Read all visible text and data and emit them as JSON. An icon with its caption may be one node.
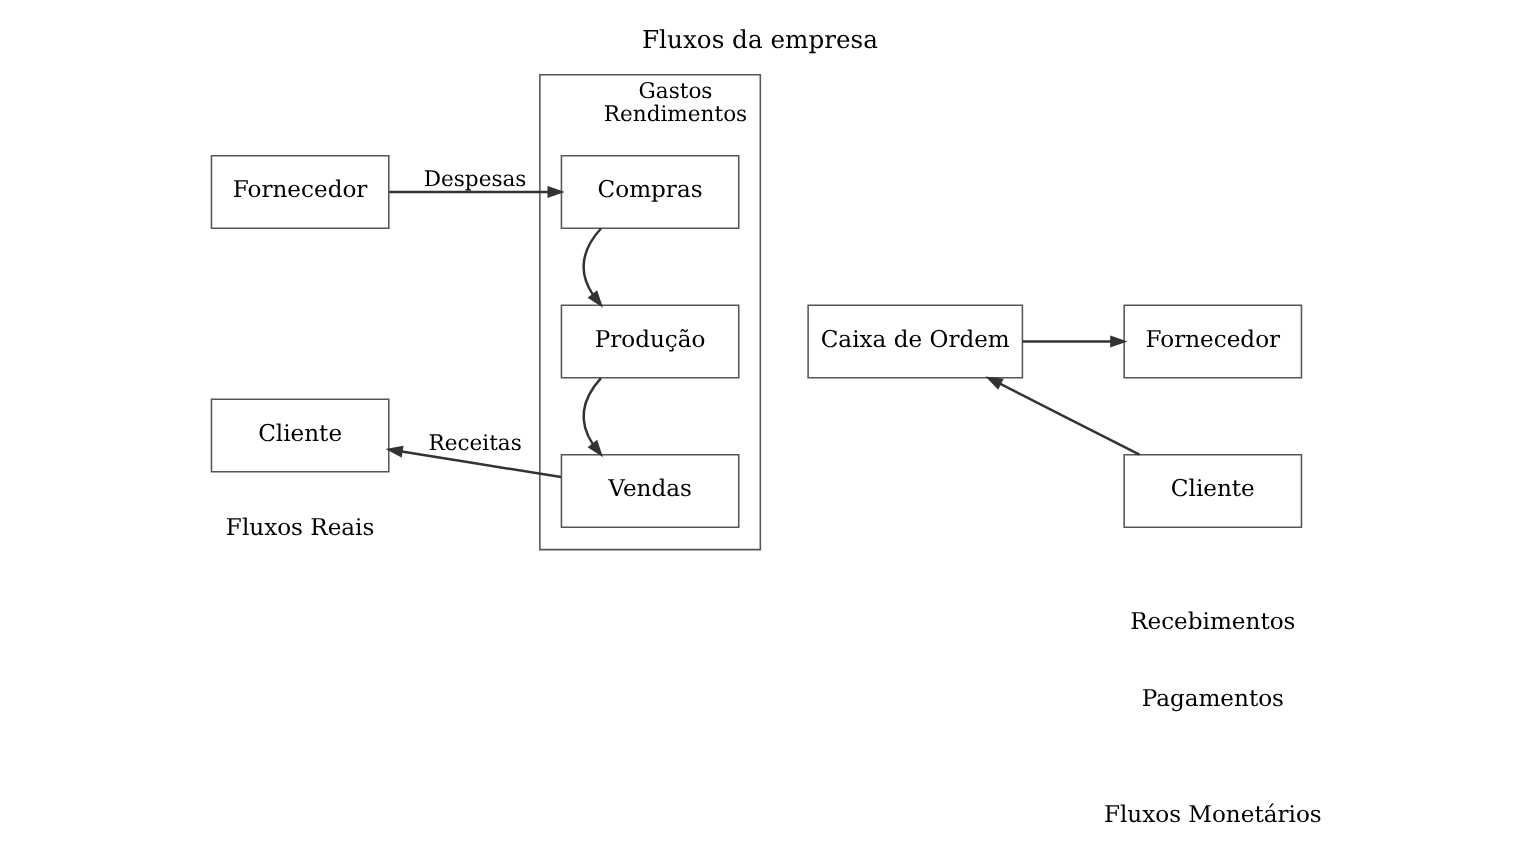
{
  "diagram": {
    "title": "Fluxos da empresa",
    "nodes": [
      {
        "text": [
          "Fornecedor"
        ]
      },
      {
        "text": [
          "Gastos",
          "Rendimentos"
        ]
      },
      {
        "text": [
          "Compras"
        ],
        "in": 1
      },
      {
        "text": [
          "Produção"
        ],
        "in": 1
      },
      {
        "text": [
          "Vendas"
        ],
        "in": 1
      },
      {
        "text": [
          "Cliente"
        ]
      },
      {
        "text": [
          "Caixa de Ordem"
        ]
      },
      {
        "text": [
          "Fornecedor"
        ]
      },
      {
        "text": [
          "Cliente"
        ]
      }
    ],
    "edges": [
      {
        "from": 0,
        "to": 2,
        "arrow": "to",
        "label": "Despesas"
      },
      {
        "from": 2,
        "to": 3,
        "arrow": "to"
      },
      {
        "from": 3,
        "to": 4,
        "arrow": "to"
      },
      {
        "from": 4,
        "to": 5,
        "arrow": "to",
        "label": "Receitas"
      },
      {
        "from": 6,
        "to": 7,
        "arrow": "to"
      },
      {
        "from": 8,
        "to": 6,
        "arrow": "to"
      }
    ],
    "labels": [
      "Fluxos Reais",
      "Fluxos Monetários",
      "Pagamentos",
      "Recebimentos"
    ]
  }
}
